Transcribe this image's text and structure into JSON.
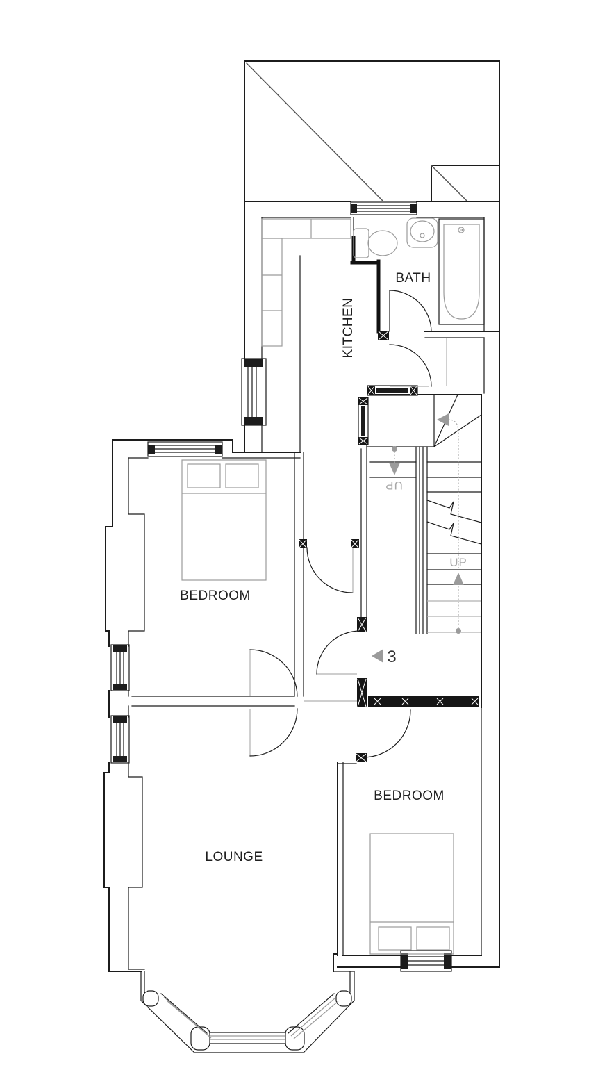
{
  "plan": {
    "rooms": [
      {
        "name": "bath",
        "label": "BATH"
      },
      {
        "name": "kitchen",
        "label": "KITCHEN"
      },
      {
        "name": "bedroom-front",
        "label": "BEDROOM"
      },
      {
        "name": "bedroom-rear",
        "label": "BEDROOM"
      },
      {
        "name": "lounge",
        "label": "LOUNGE"
      }
    ],
    "stairs": {
      "up_main": "UP",
      "up_return": "UP"
    },
    "annotations": {
      "flat_number": "3"
    },
    "fixtures": [
      "toilet",
      "sink",
      "bathtub",
      "double-bed-front",
      "double-bed-rear",
      "kitchen-counter",
      "bay-window",
      "staircase"
    ],
    "colors": {
      "wall": "#1c1c1c",
      "furniture": "#9b9b9b",
      "guide": "#ababab",
      "label": "#1f1f1f",
      "stair_label": "#a8a8a8"
    }
  }
}
